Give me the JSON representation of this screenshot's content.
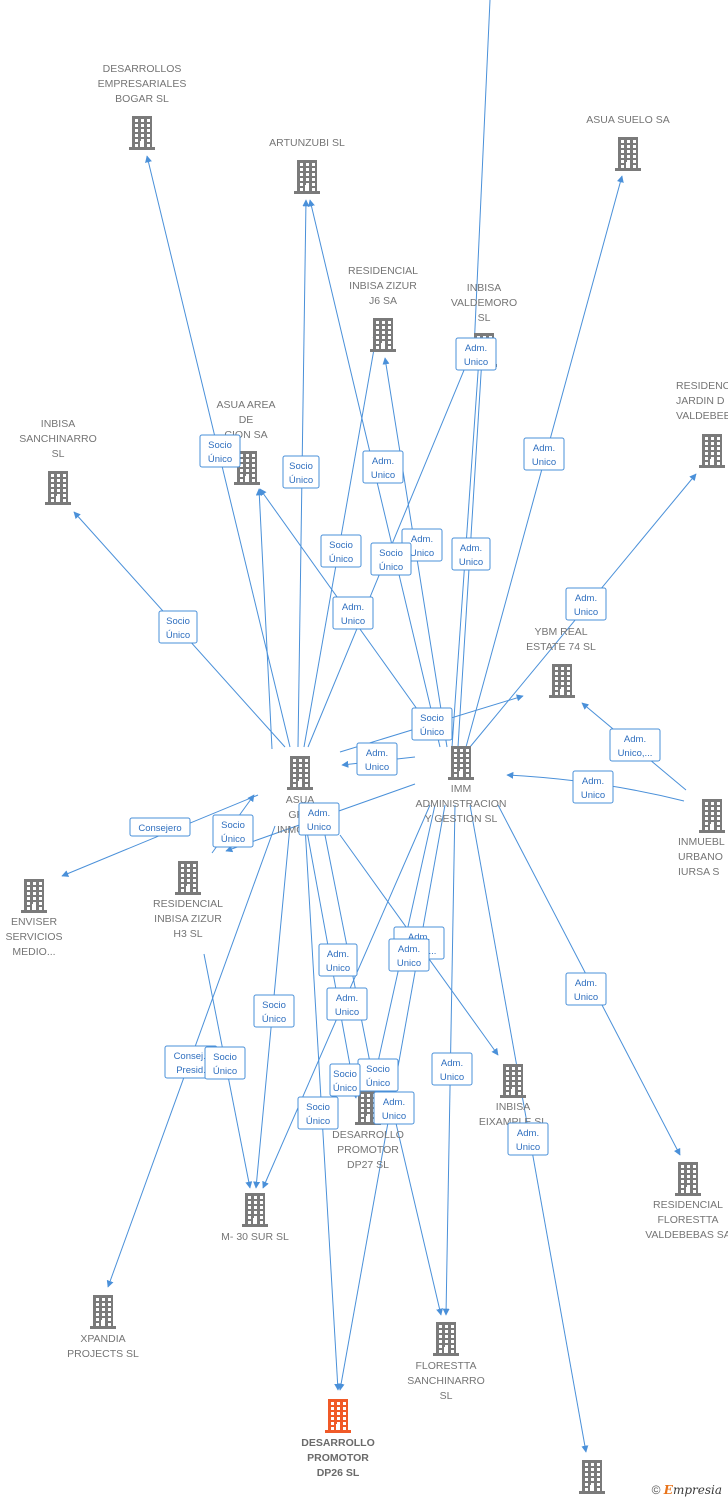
{
  "nodes": [
    {
      "id": "desarrollos_bogar",
      "lines": [
        "DESARROLLOS",
        "EMPRESARIALES",
        "BOGAR SL"
      ],
      "color": "#7a7a7a"
    },
    {
      "id": "artunzubi",
      "lines": [
        "ARTUNZUBI SL"
      ],
      "color": "#7a7a7a"
    },
    {
      "id": "asua_suelo",
      "lines": [
        "ASUA SUELO SA"
      ],
      "color": "#7a7a7a"
    },
    {
      "id": "res_zizur_j6",
      "lines": [
        "RESIDENCIAL",
        "INBISA ZIZUR",
        "J6 SA"
      ],
      "color": "#7a7a7a"
    },
    {
      "id": "inbisa_valdemoro",
      "lines": [
        "INBISA",
        "VALDEMORO",
        "SL"
      ],
      "color": "#7a7a7a"
    },
    {
      "id": "res_jardin",
      "lines": [
        "RESIDENC",
        "JARDIN D",
        "VALDEBEBA"
      ],
      "color": "#7a7a7a"
    },
    {
      "id": "inbisa_sanchinarro",
      "lines": [
        "INBISA",
        "SANCHINARRO",
        "SL"
      ],
      "color": "#7a7a7a"
    },
    {
      "id": "asua_area",
      "lines": [
        "ASUA AREA",
        "DE",
        "CION SA"
      ],
      "color": "#7a7a7a"
    },
    {
      "id": "ybm",
      "lines": [
        "YBM REAL",
        "ESTATE 74  SL"
      ],
      "color": "#7a7a7a"
    },
    {
      "id": "asua_grupo",
      "lines": [
        "ASUA",
        "GRU",
        "INMOBILI"
      ],
      "color": "#7a7a7a"
    },
    {
      "id": "imm",
      "lines": [
        "IMM",
        "ADMINISTRACION",
        "Y GESTION  SL"
      ],
      "color": "#7a7a7a"
    },
    {
      "id": "inmueble",
      "lines": [
        "INMUEBL",
        "URBANO",
        "IURSA S"
      ],
      "color": "#7a7a7a"
    },
    {
      "id": "enviser",
      "lines": [
        "ENVISER",
        "SERVICIOS",
        "MEDIO..."
      ],
      "color": "#7a7a7a"
    },
    {
      "id": "res_zizur_h3",
      "lines": [
        "RESIDENCIAL",
        "INBISA ZIZUR",
        "H3  SL"
      ],
      "color": "#7a7a7a"
    },
    {
      "id": "inbisa_eixample",
      "lines": [
        "INBISA",
        "EIXAMPLE SL"
      ],
      "color": "#7a7a7a"
    },
    {
      "id": "dp27",
      "lines": [
        "DESARROLLO",
        "PROMOTOR",
        "DP27  SL"
      ],
      "color": "#7a7a7a"
    },
    {
      "id": "m30",
      "lines": [
        "M- 30 SUR  SL"
      ],
      "color": "#7a7a7a"
    },
    {
      "id": "floresta_valdebebas",
      "lines": [
        "RESIDENCIAL",
        "FLORESTTA",
        "VALDEBEBAS SA"
      ],
      "color": "#7a7a7a"
    },
    {
      "id": "xpandia",
      "lines": [
        "XPANDIA",
        "PROJECTS  SL"
      ],
      "color": "#7a7a7a"
    },
    {
      "id": "floresta_sanchinarro",
      "lines": [
        "FLORESTTA",
        "SANCHINARRO",
        "SL"
      ],
      "color": "#7a7a7a"
    },
    {
      "id": "dp26",
      "lines": [
        "DESARROLLO",
        "PROMOTOR",
        "DP26  SL"
      ],
      "color": "#f05a28",
      "main": true
    },
    {
      "id": "bottom_right",
      "lines": [],
      "color": "#7a7a7a"
    }
  ],
  "edge_labels": [
    {
      "id": "l1",
      "lines": [
        "Adm.",
        "Unico"
      ]
    },
    {
      "id": "l2",
      "lines": [
        "Adm.",
        "Unico"
      ]
    },
    {
      "id": "l3",
      "lines": [
        "Socio",
        "Único"
      ]
    },
    {
      "id": "l4",
      "lines": [
        "Socio",
        "Único"
      ]
    },
    {
      "id": "l5",
      "lines": [
        "Adm.",
        "Unico"
      ]
    },
    {
      "id": "l6",
      "lines": [
        "Socio",
        "Único"
      ]
    },
    {
      "id": "l7",
      "lines": [
        "Adm.",
        "Unico"
      ]
    },
    {
      "id": "l8",
      "lines": [
        "Socio",
        "Único"
      ]
    },
    {
      "id": "l9",
      "lines": [
        "Adm.",
        "Unico"
      ]
    },
    {
      "id": "l10",
      "lines": [
        "Adm.",
        "Unico"
      ]
    },
    {
      "id": "l11",
      "lines": [
        "Socio",
        "Único"
      ]
    },
    {
      "id": "l12",
      "lines": [
        "Adm.",
        "Unico"
      ]
    },
    {
      "id": "l13",
      "lines": [
        "Adm.",
        "Unico"
      ]
    },
    {
      "id": "l14",
      "lines": [
        "Socio",
        "Único"
      ]
    },
    {
      "id": "l15",
      "lines": [
        "Adm.",
        "Unico,..."
      ]
    },
    {
      "id": "l16",
      "lines": [
        "Adm.",
        "Unico"
      ]
    },
    {
      "id": "l17",
      "lines": [
        "Adm.",
        "Unico"
      ]
    },
    {
      "id": "l18",
      "lines": [
        "Consejero"
      ]
    },
    {
      "id": "l19",
      "lines": [
        "Socio",
        "Único"
      ]
    },
    {
      "id": "l20",
      "lines": [
        "Adm.",
        "Unico"
      ]
    },
    {
      "id": "l21",
      "lines": [
        "Socio",
        "Único"
      ]
    },
    {
      "id": "l22",
      "lines": [
        "Adm.",
        "Unico"
      ]
    },
    {
      "id": "l23",
      "lines": [
        "Adm.",
        "Unico...."
      ]
    },
    {
      "id": "l24",
      "lines": [
        "Adm.",
        "Unico"
      ]
    },
    {
      "id": "l25",
      "lines": [
        "Socio",
        "Único"
      ]
    },
    {
      "id": "l26",
      "lines": [
        "Adm.",
        "Unico"
      ]
    },
    {
      "id": "l27",
      "lines": [
        "Consej.,",
        "Presid."
      ]
    },
    {
      "id": "l28",
      "lines": [
        "Socio",
        "Único"
      ]
    },
    {
      "id": "l29",
      "lines": [
        "Adm.",
        "Unico"
      ]
    },
    {
      "id": "l30",
      "lines": [
        "Socio",
        "Único"
      ]
    },
    {
      "id": "l31",
      "lines": [
        "Adm.",
        "Unico"
      ]
    },
    {
      "id": "l32",
      "lines": [
        "Socio",
        "Único"
      ]
    },
    {
      "id": "l33",
      "lines": [
        "Adm.",
        "Unico"
      ]
    }
  ],
  "colors": {
    "edge": "#4a90d9",
    "label_text": "#2f6fbf",
    "node": "#7a7a7a",
    "focus": "#f05a28"
  },
  "footer": {
    "copyright": "©",
    "brand_initial": "E",
    "brand_rest": "mpresia"
  }
}
